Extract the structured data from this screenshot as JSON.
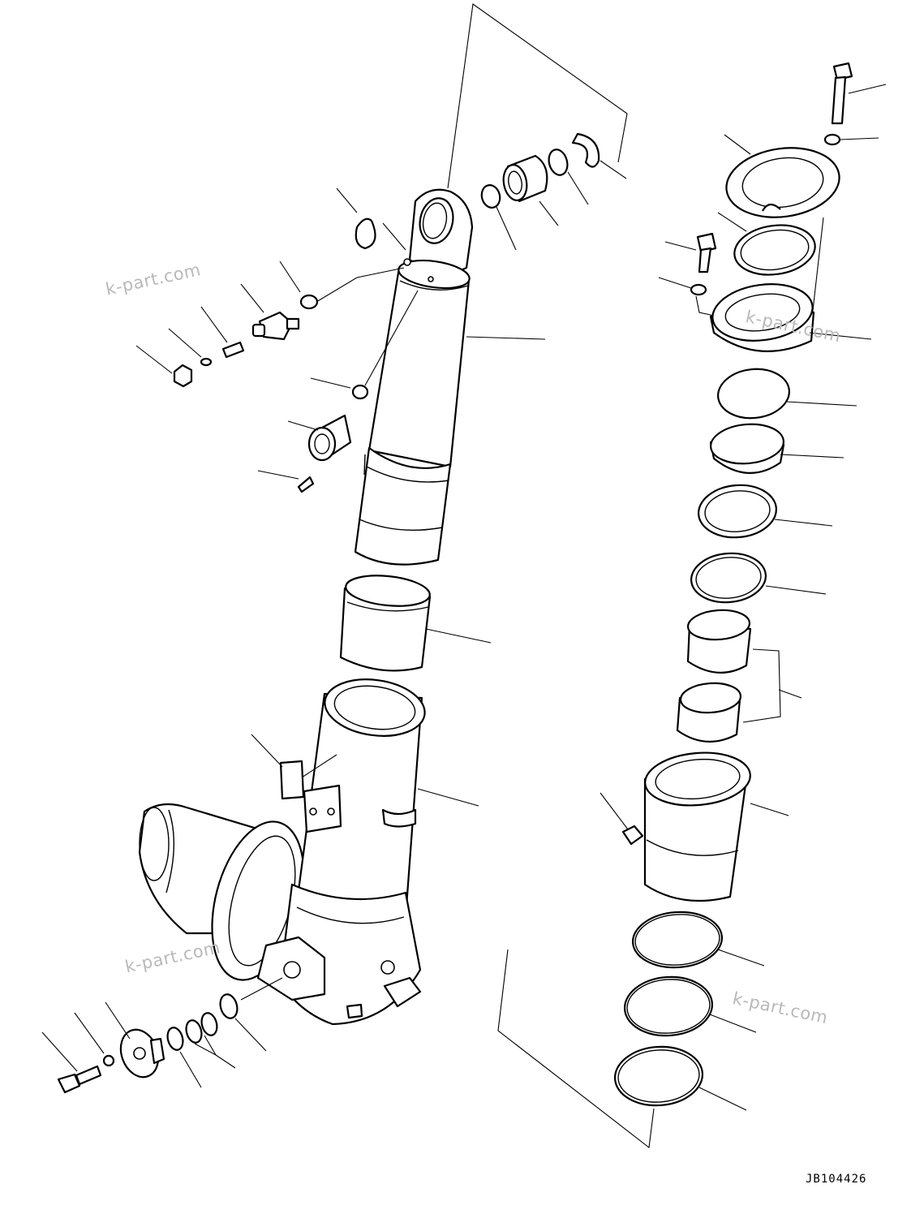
{
  "watermarks": [
    "k-part.com",
    "k-part.com",
    "k-part.com",
    "k-part.com"
  ],
  "drawing_code": "JB104426"
}
